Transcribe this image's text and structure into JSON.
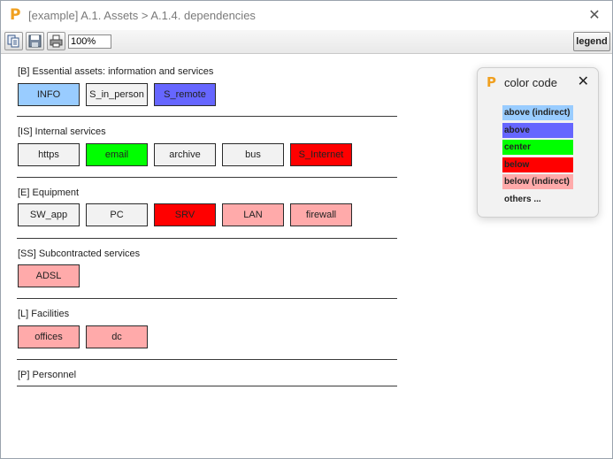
{
  "window": {
    "title": "[example] A.1. Assets > A.1.4. dependencies",
    "close_glyph": "✕",
    "logo_icon": "p-logo-icon"
  },
  "toolbar": {
    "copy_icon": "copy-icon",
    "save_icon": "save-icon",
    "print_icon": "print-icon",
    "zoom_value": "100%",
    "legend_label": "legend"
  },
  "sections": [
    {
      "title": "[B] Essential assets: information and services",
      "assets": [
        {
          "label": "INFO",
          "color": "#99ccff"
        },
        {
          "label": "S_in_person",
          "color": "#f2f2f2"
        },
        {
          "label": "S_remote",
          "color": "#6666ff"
        }
      ]
    },
    {
      "title": "[IS] Internal services",
      "assets": [
        {
          "label": "https",
          "color": "#f2f2f2"
        },
        {
          "label": "email",
          "color": "#00ff00"
        },
        {
          "label": "archive",
          "color": "#f2f2f2"
        },
        {
          "label": "bus",
          "color": "#f2f2f2"
        },
        {
          "label": "S_Internet",
          "color": "#ff0000"
        }
      ]
    },
    {
      "title": "[E] Equipment",
      "assets": [
        {
          "label": "SW_app",
          "color": "#f2f2f2"
        },
        {
          "label": "PC",
          "color": "#f2f2f2"
        },
        {
          "label": "SRV",
          "color": "#ff0000"
        },
        {
          "label": "LAN",
          "color": "#ffaaaa"
        },
        {
          "label": "firewall",
          "color": "#ffaaaa"
        }
      ]
    },
    {
      "title": "[SS] Subcontracted services",
      "assets": [
        {
          "label": "ADSL",
          "color": "#ffaaaa"
        }
      ]
    },
    {
      "title": "[L] Facilities",
      "assets": [
        {
          "label": "offices",
          "color": "#ffaaaa"
        },
        {
          "label": "dc",
          "color": "#ffaaaa"
        }
      ]
    },
    {
      "title": "[P] Personnel",
      "assets": []
    }
  ],
  "color_code": {
    "title": "color code",
    "close_glyph": "✕",
    "items": [
      {
        "label": "above (indirect)",
        "color": "#99ccff"
      },
      {
        "label": "above",
        "color": "#6666ff"
      },
      {
        "label": "center",
        "color": "#00ff00"
      },
      {
        "label": "below",
        "color": "#ff0000"
      },
      {
        "label": "below (indirect)",
        "color": "#ffaaaa"
      },
      {
        "label": "others ...",
        "color": ""
      }
    ]
  }
}
